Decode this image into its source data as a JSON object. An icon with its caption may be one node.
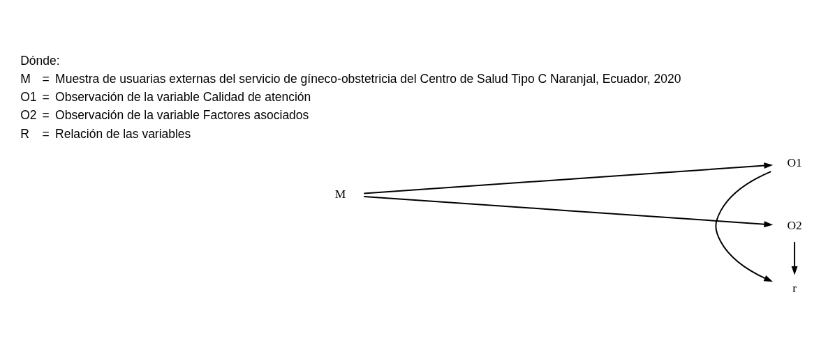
{
  "diagram": {
    "nodes": [
      {
        "text": [
          "M"
        ]
      },
      {
        "text": [
          "O1"
        ]
      },
      {
        "text": [
          "r"
        ]
      },
      {
        "text": [
          "O2"
        ]
      }
    ],
    "edges": [
      {
        "from": 0,
        "to": 1,
        "arrow": "to"
      },
      {
        "from": 0,
        "to": 3,
        "arrow": "to"
      },
      {
        "from": 1,
        "to": 2,
        "arrow": "to"
      },
      {
        "from": 3,
        "to": 2,
        "arrow": "to"
      }
    ],
    "labels": [
      "Dónde:",
      "M",
      "=",
      "Muestra de usuarias externas del servicio de gíneco-obstetricia del Centro de Salud Tipo C Naranjal, Ecuador, 2020",
      "O1",
      "=",
      "Observación de la variable Calidad de atención",
      "O2",
      "=",
      "Observación de la variable Factores asociados",
      "R",
      "=",
      "Relación de las variables"
    ]
  }
}
